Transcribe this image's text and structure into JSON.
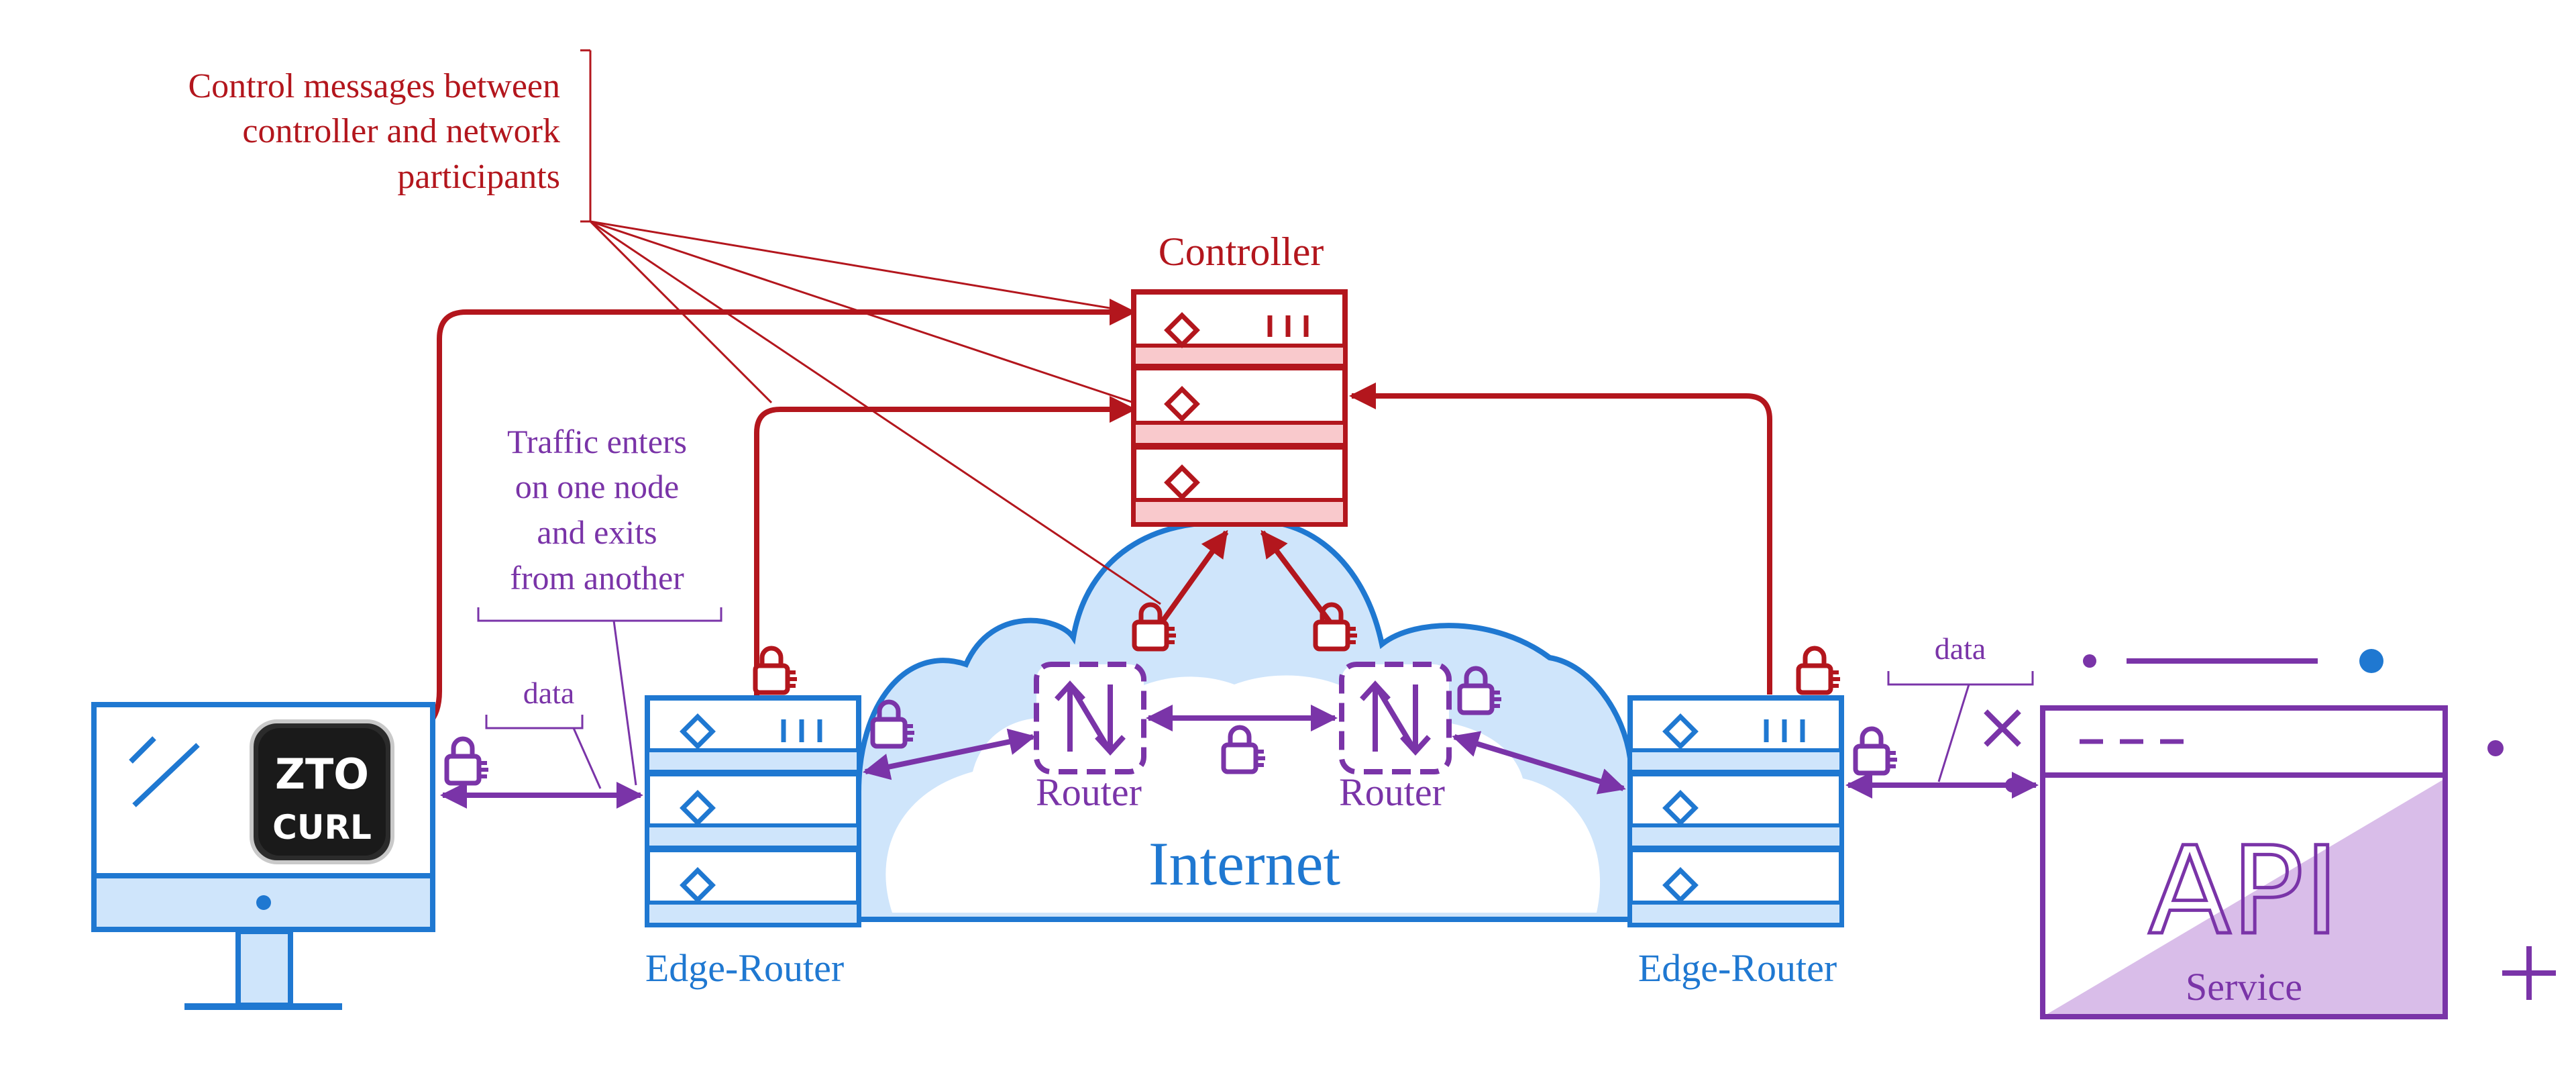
{
  "labels": {
    "control_messages_line1": "Control messages between",
    "control_messages_line2": "controller and network",
    "control_messages_line3": "participants",
    "controller": "Controller",
    "traffic_line1": "Traffic enters",
    "traffic_line2": "on one node",
    "traffic_line3": "and exits",
    "traffic_line4": "from another",
    "data_left": "data",
    "data_right": "data",
    "router_left": "Router",
    "router_right": "Router",
    "internet": "Internet",
    "edge_router_left": "Edge-Router",
    "edge_router_right": "Edge-Router",
    "api": "API",
    "service": "Service"
  },
  "logo": {
    "top": "ZTO",
    "bottom": "CURL"
  },
  "colors": {
    "control_red": "#b3161d",
    "data_purple": "#7a34a8",
    "node_blue": "#1f78d1",
    "node_fill": "#cfe5fb",
    "controller_fill": "#f9c9cc",
    "api_fill": "#d9bde9"
  },
  "icons": {
    "lock": "padlock-icon",
    "diamond": "diamond-icon",
    "router": "router-icon"
  }
}
